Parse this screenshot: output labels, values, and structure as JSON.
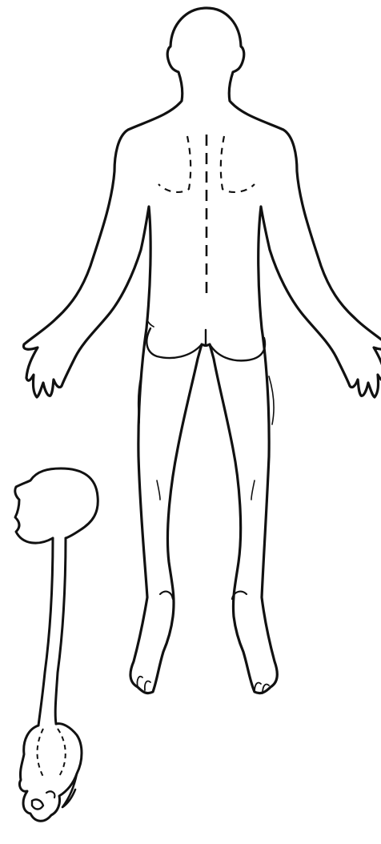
{
  "figure": {
    "description_labels": [],
    "colors": {
      "background": "#ffffff",
      "ink": "#111111"
    },
    "parts": [
      {
        "name": "body-back-view-outline",
        "icon": "human-figure-back"
      },
      {
        "name": "spine-midline-dashed",
        "icon": "dashed-line"
      },
      {
        "name": "shoulder-blade-left",
        "icon": "dashed-curve"
      },
      {
        "name": "shoulder-blade-right",
        "icon": "dashed-curve"
      },
      {
        "name": "head-and-spinal-cord-sketch",
        "icon": "head-profile-spine"
      }
    ]
  }
}
